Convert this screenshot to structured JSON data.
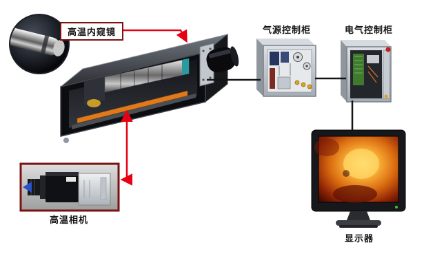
{
  "diagram": {
    "type": "high-temperature-endoscope-system-connection-diagram",
    "labels": {
      "endoscope": "高温内窥镜",
      "air_cabinet": "气源控制柜",
      "electric_cabinet": "电气控制柜",
      "camera": "高温相机",
      "monitor": "显示器"
    },
    "colors": {
      "connector_red": "#e60012",
      "connector_black": "#141414",
      "label_border_red": "#7a1212",
      "housing_black": "#0c0d10",
      "rail_orange": "#e0791a",
      "cylinder_silver": "#c4c4c4",
      "cabinet_metal": "#c9ced4",
      "screen_glow": "#ffd868",
      "screen_deep_red": "#4a0d02",
      "arrow_blue": "#2a52c8"
    }
  }
}
